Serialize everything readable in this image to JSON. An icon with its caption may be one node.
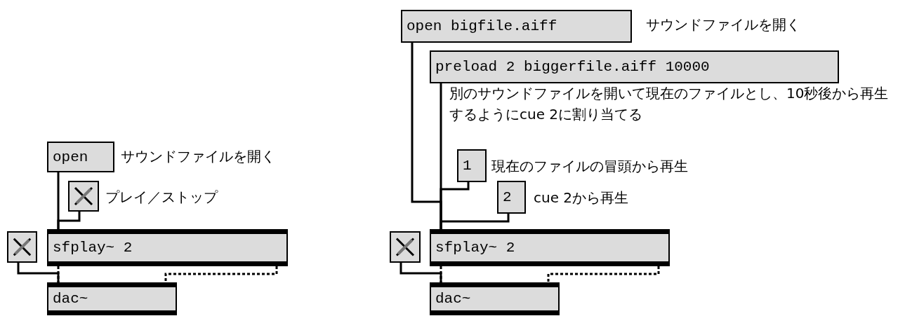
{
  "diagram": {
    "nodes": [
      {
        "text": [
          "open"
        ],
        "beside": [
          "サウンドファイルを開く"
        ]
      },
      {
        "text": [],
        "shape": "box",
        "beside": [
          "プレイ／ストップ"
        ]
      },
      {
        "text": [],
        "shape": "box"
      },
      {
        "text": [
          "sfplay~ 2"
        ]
      },
      {
        "text": [
          "dac~"
        ]
      },
      {
        "text": [
          "open bigfile.aiff"
        ],
        "beside": [
          "サウンドファイルを開く"
        ]
      },
      {
        "text": [
          "preload 2 biggerfile.aiff 10000"
        ],
        "beside": [
          "別のサウンドファイルを開いて現在のファイルとし、10秒後から再生するようにcue 2に割り当てる"
        ]
      },
      {
        "text": [
          "1"
        ],
        "beside": [
          "現在のファイルの冒頭から再生"
        ]
      },
      {
        "text": [
          "2"
        ],
        "beside": [
          "cue 2から再生"
        ]
      },
      {
        "text": [],
        "shape": "box"
      },
      {
        "text": [
          "sfplay~ 2"
        ]
      },
      {
        "text": [
          "dac~"
        ]
      }
    ],
    "edges": [
      {
        "from": 0,
        "to": 3,
        "arrow": "none"
      },
      {
        "from": 1,
        "to": 3,
        "arrow": "none"
      },
      {
        "from": 2,
        "to": 4,
        "arrow": "none"
      },
      {
        "from": 3,
        "to": 4,
        "arrow": "none",
        "style": "dashed"
      },
      {
        "from": 3,
        "to": 4,
        "arrow": "none",
        "style": "dashed"
      },
      {
        "from": 5,
        "to": 10,
        "arrow": "none"
      },
      {
        "from": 6,
        "to": 10,
        "arrow": "none"
      },
      {
        "from": 7,
        "to": 10,
        "arrow": "none"
      },
      {
        "from": 8,
        "to": 10,
        "arrow": "none"
      },
      {
        "from": 9,
        "to": 11,
        "arrow": "none"
      },
      {
        "from": 10,
        "to": 11,
        "arrow": "none",
        "style": "dashed"
      },
      {
        "from": 10,
        "to": 11,
        "arrow": "none",
        "style": "dashed"
      }
    ]
  }
}
